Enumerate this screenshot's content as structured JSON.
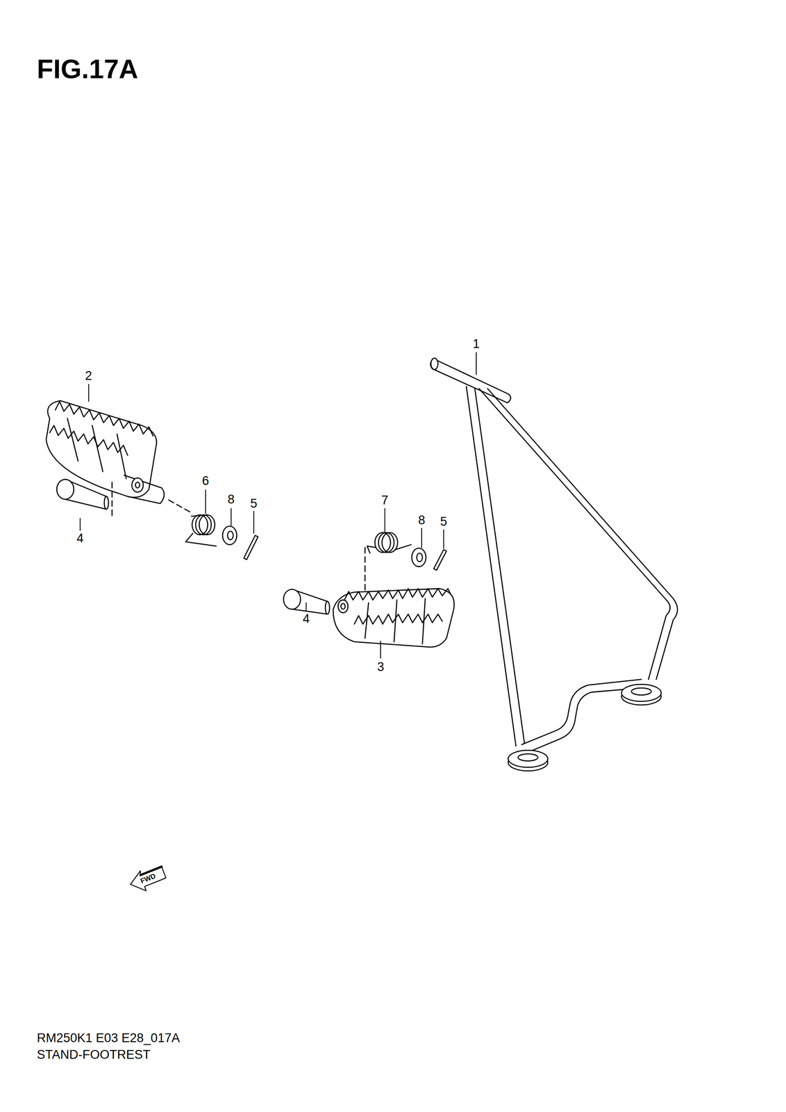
{
  "diagram": {
    "title": "FIG.17A",
    "caption": "STAND-FOOTREST",
    "labels": [
      "1",
      "2",
      "6",
      "8",
      "5",
      "4",
      "7",
      "8",
      "5",
      "4",
      "3",
      "FWD",
      "RM250K1 E03 E28_017A"
    ]
  }
}
